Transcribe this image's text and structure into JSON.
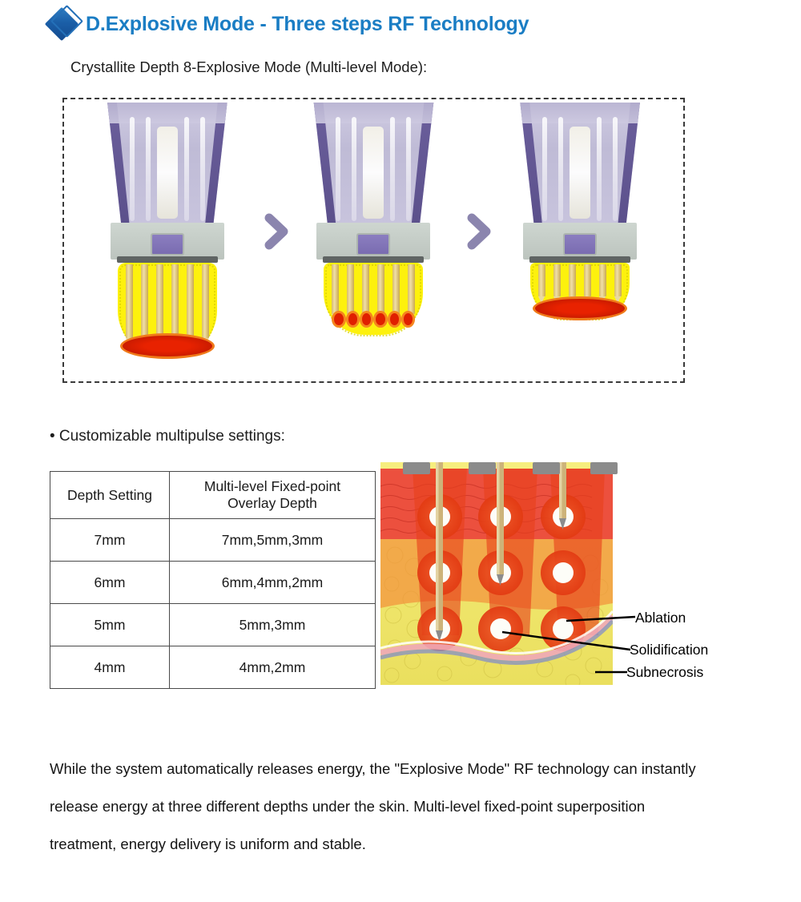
{
  "header": {
    "icon": "diamond-icon",
    "title": "D.Explosive Mode - Three steps RF Technology",
    "title_color": "#1a7dc4"
  },
  "subtitle": "Crystallite Depth 8-Explosive Mode (Multi-level Mode):",
  "figure": {
    "separator_icon": "chevron-right-icon",
    "devices": [
      {
        "name": "rf-cartridge-step-1",
        "needle_depth_label": "deep",
        "needle_count": 6
      },
      {
        "name": "rf-cartridge-step-2",
        "needle_depth_label": "medium",
        "needle_count": 6
      },
      {
        "name": "rf-cartridge-step-3",
        "needle_depth_label": "shallow",
        "needle_count": 6
      }
    ]
  },
  "settings_bullet": "• Customizable multipulse settings:",
  "table": {
    "headers": [
      "Depth Setting",
      "Multi-level Fixed-point Overlay Depth"
    ],
    "header_line1": "Multi-level Fixed-point",
    "header_line2": "Overlay Depth",
    "rows": [
      {
        "depth": "7mm",
        "overlay": "7mm,5mm,3mm"
      },
      {
        "depth": "6mm",
        "overlay": "6mm,4mm,2mm"
      },
      {
        "depth": "5mm",
        "overlay": "5mm,3mm"
      },
      {
        "depth": "4mm",
        "overlay": "4mm,2mm"
      }
    ]
  },
  "skin_diagram": {
    "name": "skin-cross-section-diagram",
    "labels": [
      {
        "text": "Ablation",
        "target": "ablation-zone"
      },
      {
        "text": "Solidification",
        "target": "solidification-zone"
      },
      {
        "text": "Subnecrosis",
        "target": "subnecrosis-zone"
      }
    ],
    "colors": {
      "epidermis": "#ef5646",
      "dermis": "#f07434",
      "fat": "#f3e86a",
      "lesion": "#e8401c",
      "needle": "#cdb379"
    },
    "needle_columns": 3,
    "lesions_per_column": 3
  },
  "paragraph": "While the system automatically releases energy, the \"Explosive Mode\" RF technology can instantly release energy at three different depths under the skin. Multi-level fixed-point superposition treatment, energy delivery is uniform and stable."
}
